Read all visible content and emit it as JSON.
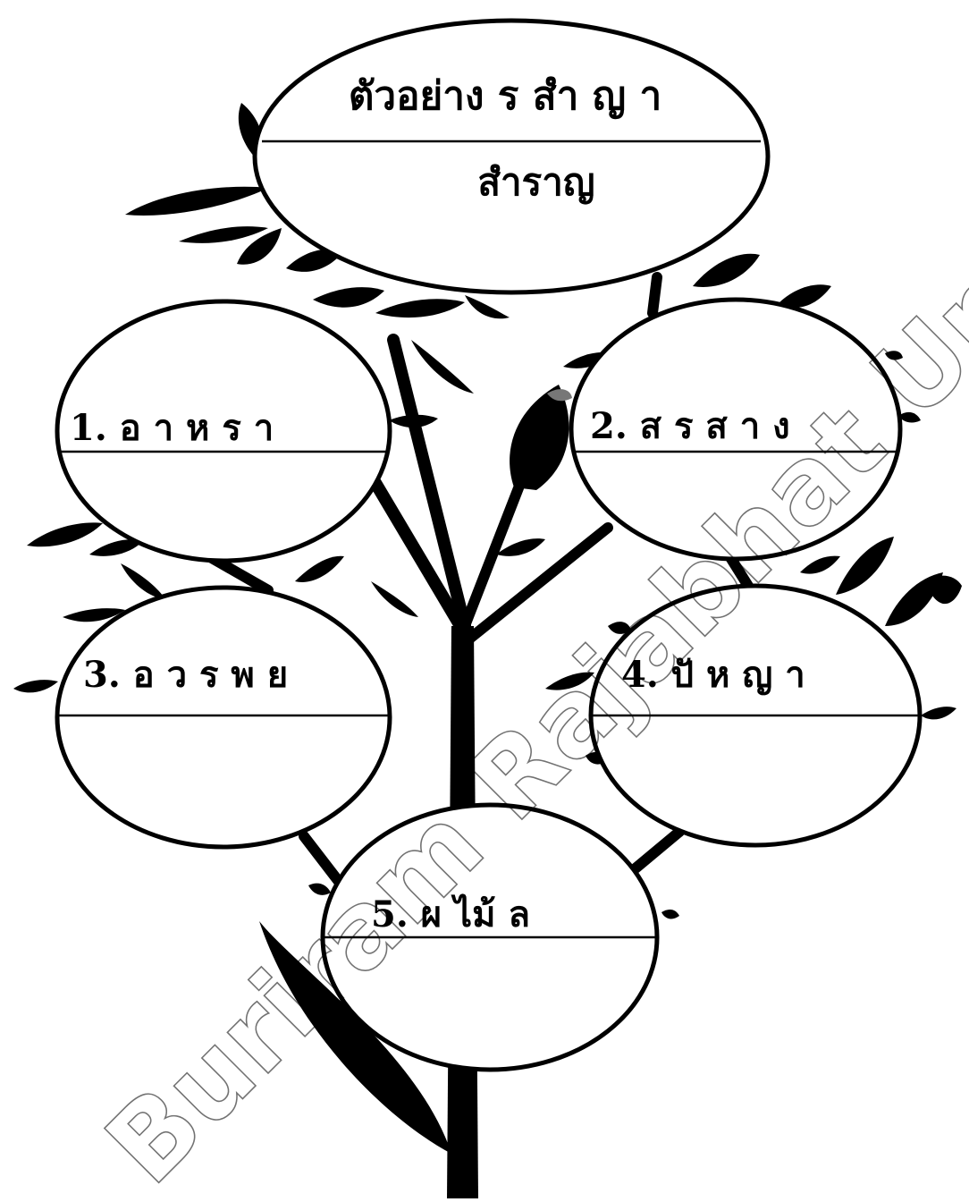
{
  "diagram": {
    "example": {
      "top_text": "ตัวอย่าง ร สำ ญ า",
      "bottom_text": "สำราญ"
    },
    "nodes": [
      {
        "label": "1. อ า ห ร า",
        "answer": ""
      },
      {
        "label": "2. ส ร ส า ง",
        "answer": ""
      },
      {
        "label": "3. อ ว ร พ ย",
        "answer": ""
      },
      {
        "label": "4. ปั ห ญ า",
        "answer": ""
      },
      {
        "label": "5. ผ ไม้ ล",
        "answer": ""
      }
    ]
  },
  "watermark": "Buriram Rajabhat University",
  "colors": {
    "ink": "#000000",
    "paper": "#ffffff"
  }
}
